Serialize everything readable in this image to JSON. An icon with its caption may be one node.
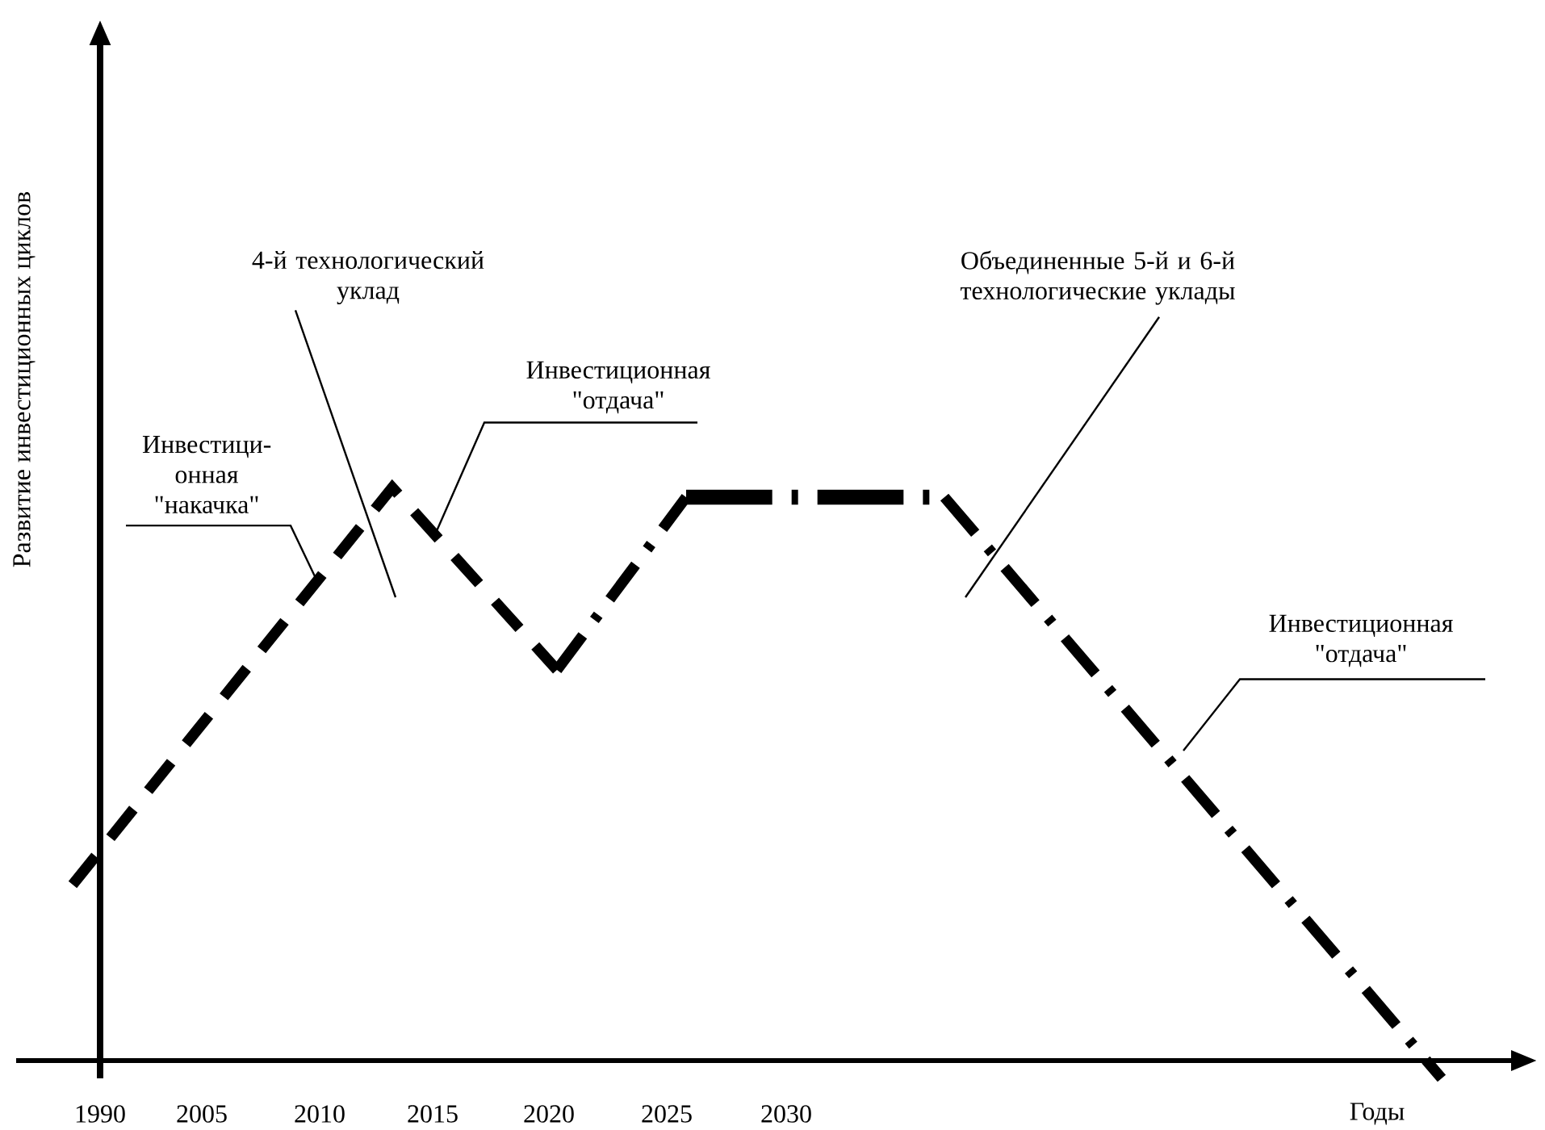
{
  "diagram": {
    "nodes": [
      {
        "text": [
          "4-й технологический уклад"
        ]
      },
      {
        "text": [
          "Инвестиционная \"отдача\""
        ]
      },
      {
        "text": [
          "Инвестици- онная \"накачка\""
        ]
      },
      {
        "text": [
          "Объединенные 5-й и 6-й технологические уклады"
        ]
      },
      {
        "text": [
          "Инвестиционная \"отдача\""
        ]
      }
    ],
    "edges": [
      {
        "from": 0,
        "to": null,
        "arrow": "none"
      },
      {
        "from": 1,
        "to": null,
        "arrow": "none"
      },
      {
        "from": 2,
        "to": null,
        "arrow": "none"
      },
      {
        "from": 3,
        "to": null,
        "arrow": "none"
      },
      {
        "from": 4,
        "to": null,
        "arrow": "none"
      }
    ],
    "labels": [
      "Развитие инвестиционных циклов",
      "1990",
      "2005",
      "2010",
      "2015",
      "2020",
      "2025",
      "2030",
      "Годы"
    ]
  }
}
